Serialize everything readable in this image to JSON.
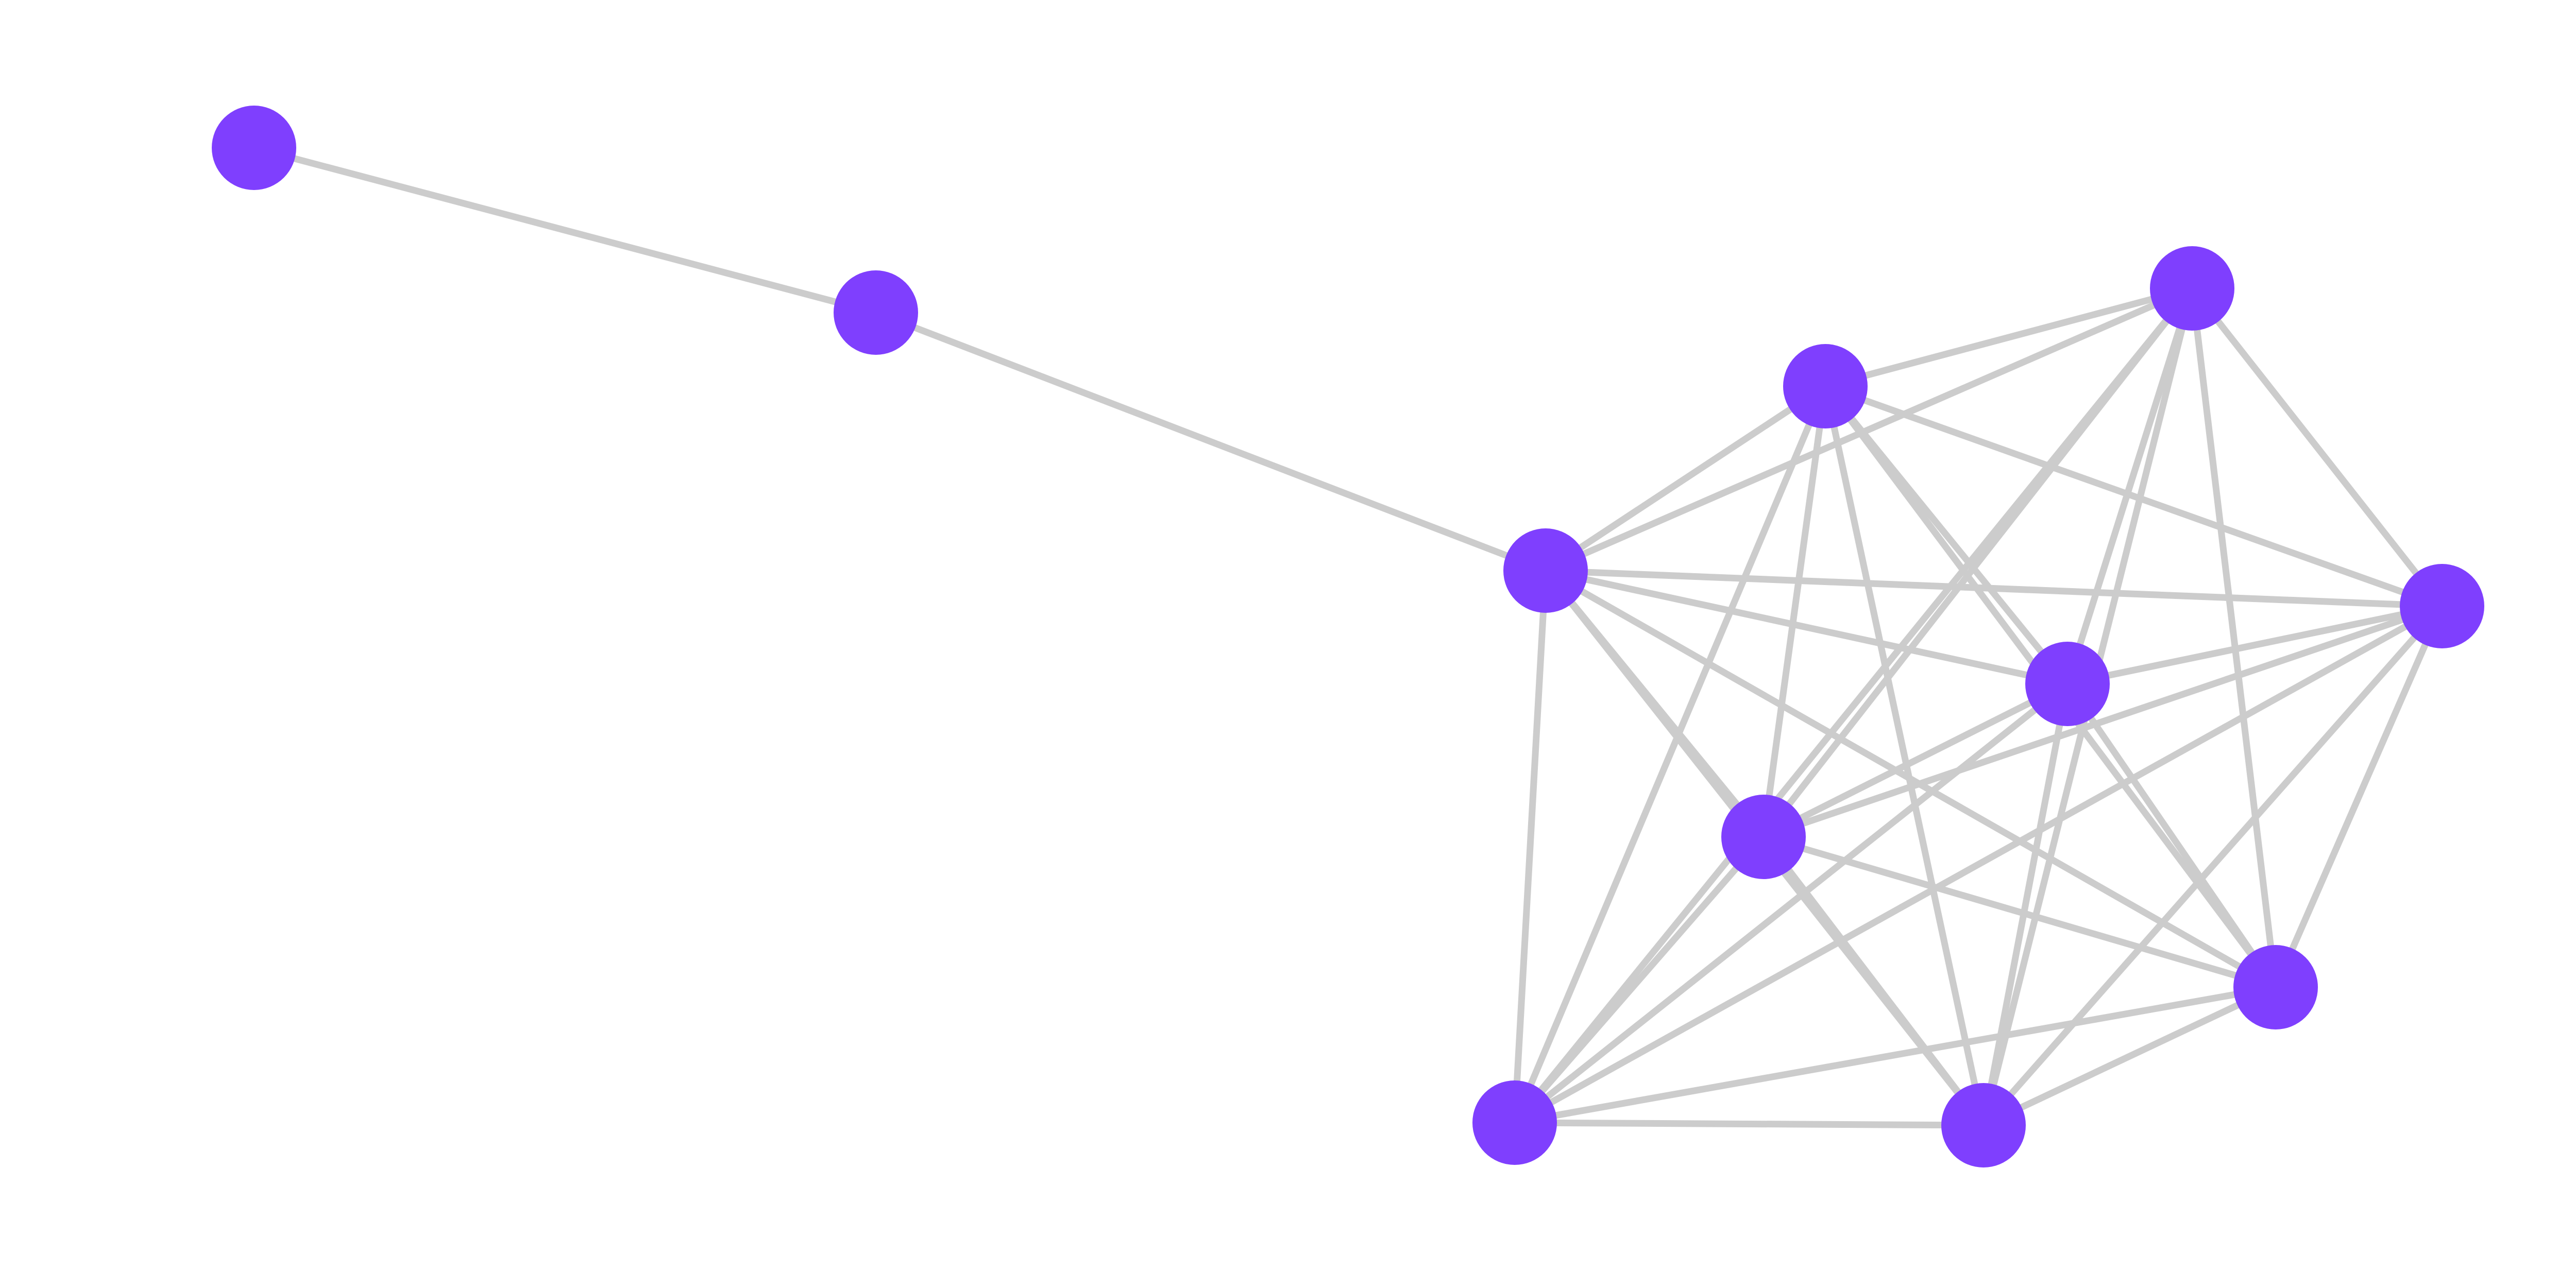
{
  "graph": {
    "node_color": "#7f3ffe",
    "edge_color": "#cccccc",
    "nodes": [
      {
        "id": "n1"
      },
      {
        "id": "n2"
      },
      {
        "id": "n3"
      },
      {
        "id": "n4"
      },
      {
        "id": "n5"
      },
      {
        "id": "n6"
      },
      {
        "id": "n7"
      },
      {
        "id": "n8"
      },
      {
        "id": "n9"
      },
      {
        "id": "n10"
      },
      {
        "id": "n11"
      }
    ],
    "edges": [
      [
        "n1",
        "n2"
      ],
      [
        "n2",
        "n3"
      ],
      [
        "n3",
        "n4"
      ],
      [
        "n3",
        "n5"
      ],
      [
        "n3",
        "n6"
      ],
      [
        "n3",
        "n7"
      ],
      [
        "n3",
        "n8"
      ],
      [
        "n3",
        "n9"
      ],
      [
        "n3",
        "n10"
      ],
      [
        "n3",
        "n11"
      ],
      [
        "n4",
        "n5"
      ],
      [
        "n4",
        "n6"
      ],
      [
        "n4",
        "n7"
      ],
      [
        "n4",
        "n8"
      ],
      [
        "n4",
        "n9"
      ],
      [
        "n4",
        "n10"
      ],
      [
        "n4",
        "n11"
      ],
      [
        "n5",
        "n6"
      ],
      [
        "n5",
        "n7"
      ],
      [
        "n5",
        "n8"
      ],
      [
        "n5",
        "n9"
      ],
      [
        "n5",
        "n10"
      ],
      [
        "n5",
        "n11"
      ],
      [
        "n6",
        "n7"
      ],
      [
        "n6",
        "n8"
      ],
      [
        "n6",
        "n9"
      ],
      [
        "n6",
        "n10"
      ],
      [
        "n6",
        "n11"
      ],
      [
        "n7",
        "n8"
      ],
      [
        "n7",
        "n9"
      ],
      [
        "n7",
        "n10"
      ],
      [
        "n7",
        "n11"
      ],
      [
        "n8",
        "n9"
      ],
      [
        "n8",
        "n10"
      ],
      [
        "n8",
        "n11"
      ],
      [
        "n9",
        "n10"
      ],
      [
        "n9",
        "n11"
      ],
      [
        "n10",
        "n11"
      ]
    ]
  }
}
